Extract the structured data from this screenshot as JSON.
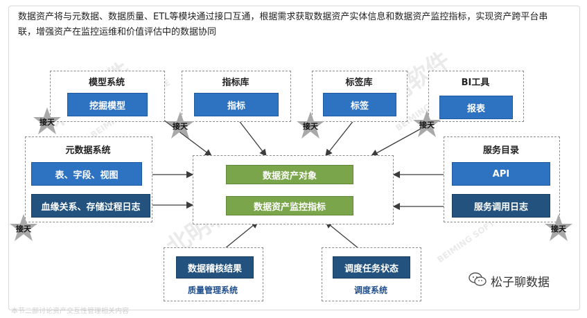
{
  "description": "数据资产将与元数据、数据质量、ETL等模块通过接口互通，根据需求获取数据资产实体信息和数据资产监控指标，实现资产跨平台串联，增强资产在监控运维和价值评估中的数据协同",
  "groups": {
    "model": {
      "title": "模型系统",
      "item": "挖掘模型"
    },
    "indicator": {
      "title": "指标库",
      "item": "指标"
    },
    "tag": {
      "title": "标签库",
      "item": "标签"
    },
    "bi": {
      "title": "BI工具",
      "item": "报表"
    },
    "metadata": {
      "title": "元数据系统",
      "items": [
        "表、字段、视图",
        "血缘关系、存储过程日志"
      ]
    },
    "service": {
      "title": "服务目录",
      "items": [
        "API",
        "服务调用日志"
      ]
    },
    "center": {
      "items": [
        "数据资产对象",
        "数据资产监控指标"
      ]
    },
    "quality": {
      "title": "质量管理系统",
      "item": "数据稽核结果"
    },
    "schedule": {
      "title": "调度系统",
      "item": "调度任务状态"
    }
  },
  "star_label": "接天",
  "watermarks": [
    "北明软件",
    "BEIMING SOFTWARE"
  ],
  "brand": {
    "icon": "wechat-icon",
    "text": "松子聊数据"
  },
  "footer_faint": "本节二部讨论资产交互性管理相关内容",
  "colors": {
    "blue": "#2e72c2",
    "navy": "#23527e",
    "green": "#7aa54a",
    "star": "#a9a9a9"
  }
}
